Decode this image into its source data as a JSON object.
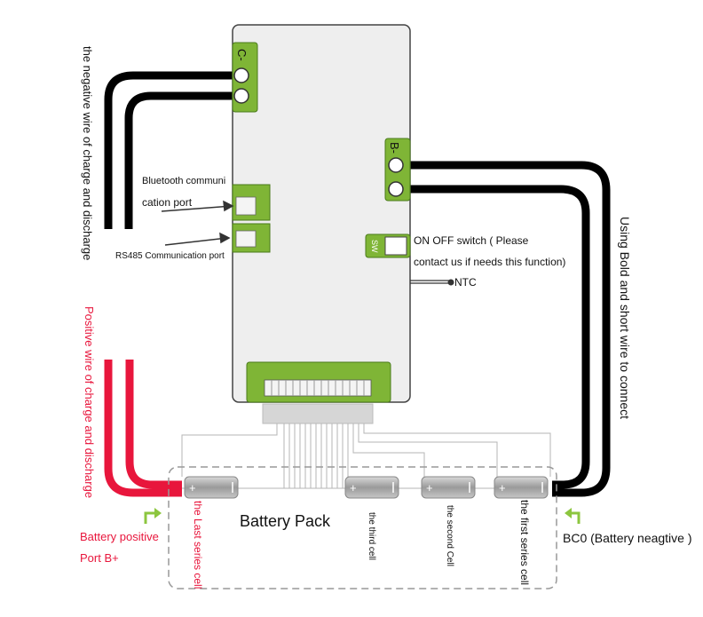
{
  "board": {
    "port_c_minus": "C-",
    "port_b_minus": "B-",
    "switch_label": "SW"
  },
  "labels": {
    "negative_wire": "the negative wire of charge and discharge",
    "positive_wire": "Positive wire of charge and discharge",
    "bluetooth_line1": "Bluetooth communi",
    "bluetooth_line2": "cation port",
    "rs485": "RS485 Communication port",
    "switch_line1": "ON OFF switch ( Please",
    "switch_line2": "contact us if needs this function)",
    "ntc": "NTC",
    "bold_wire": "Using Bold and short wire to connect",
    "battery_pack": "Battery Pack",
    "last_cell": "the Last series cell",
    "third_cell": "the third cell",
    "second_cell": "the second Cell",
    "first_cell": "the first series cell",
    "battery_positive_line1": "Battery positive",
    "battery_positive_line2": "Port B+",
    "bc0": "BC0 (Battery neagtive )"
  },
  "colors": {
    "board": "#eeeeee",
    "pcb_green": "#7fb536",
    "wire_black": "#000000",
    "wire_red": "#e8163c",
    "arrow_green": "#8cc63f",
    "cell_gray": "#bbbbbb"
  }
}
